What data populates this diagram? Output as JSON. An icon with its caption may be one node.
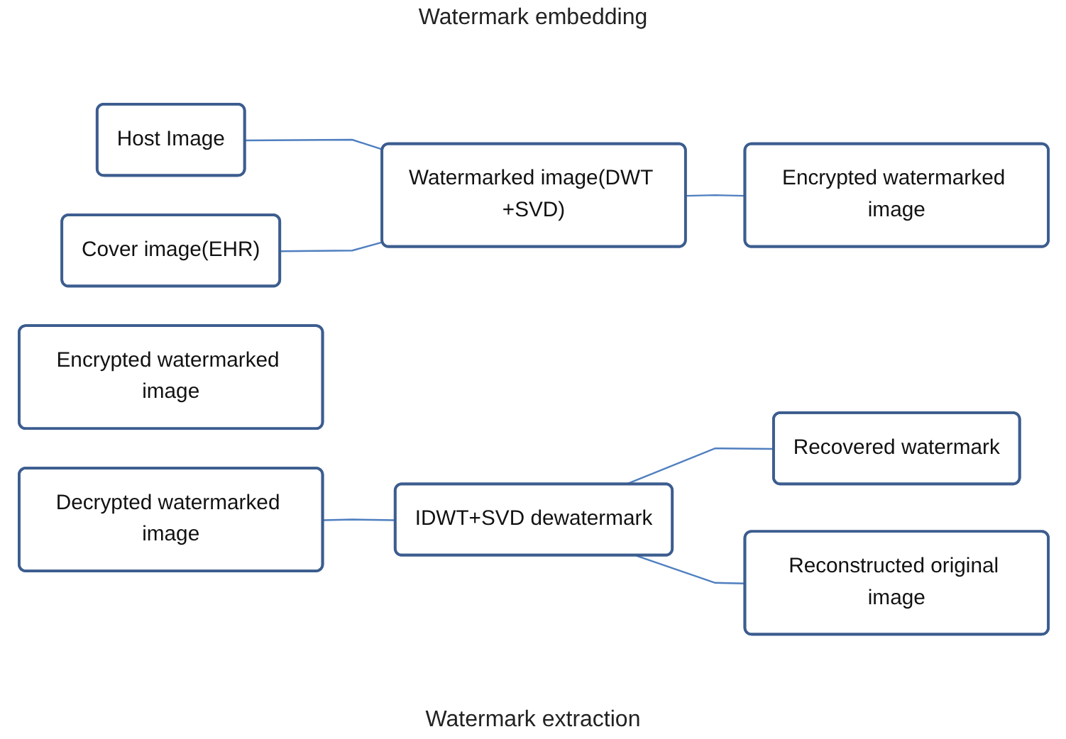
{
  "diagram": {
    "nodes": [
      {
        "text": [
          "Host Image"
        ]
      },
      {
        "text": [
          "Cover image(EHR)"
        ]
      },
      {
        "text": [
          "Watermarked image(DWT +SVD)"
        ]
      },
      {
        "text": [
          "Encrypted watermarked image"
        ]
      },
      {
        "text": [
          "Recovered watermark"
        ]
      },
      {
        "text": [
          "Encrypted watermarked image"
        ]
      },
      {
        "text": [
          "Decrypted watermarked image"
        ]
      },
      {
        "text": [
          "IDWT+SVD dewatermark"
        ]
      },
      {
        "text": [
          "Reconstructed original image"
        ]
      }
    ],
    "edges": [
      {
        "from": 0,
        "to": 2,
        "arrow": "none"
      },
      {
        "from": 1,
        "to": 2,
        "arrow": "none"
      },
      {
        "from": 2,
        "to": 3,
        "arrow": "none"
      },
      {
        "from": 6,
        "to": 7,
        "arrow": "none"
      },
      {
        "from": 7,
        "to": 4,
        "arrow": "none"
      },
      {
        "from": 7,
        "to": 8,
        "arrow": "none"
      }
    ],
    "labels": [
      "Watermark embedding",
      "Watermark extraction"
    ]
  }
}
